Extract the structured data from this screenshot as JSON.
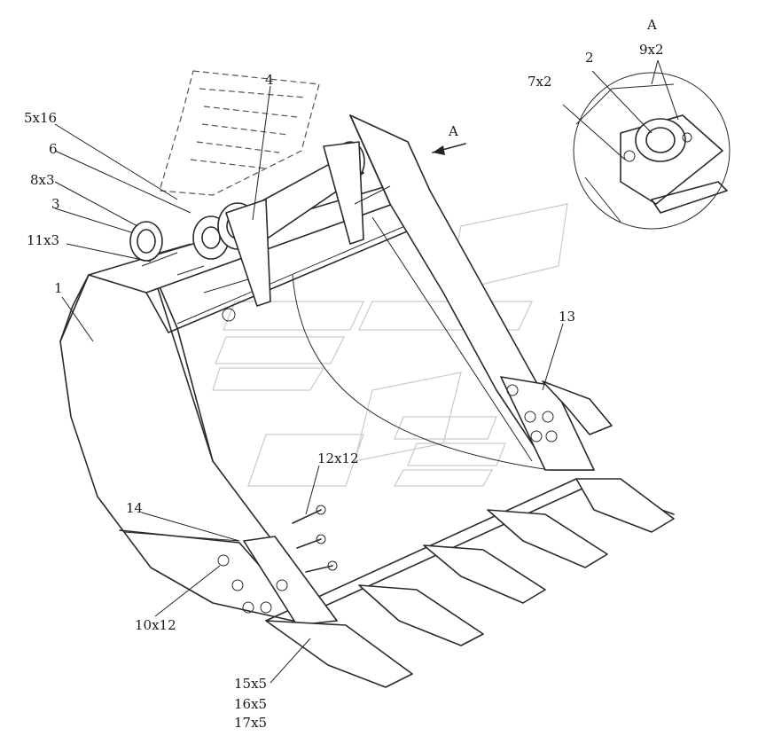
{
  "labels": {
    "view_letter": "A",
    "view_arrow_letter": "A",
    "p1": "1",
    "p2": "2",
    "p3": "3",
    "p4": "4",
    "p5": "5x16",
    "p6": "6",
    "p7": "7x2",
    "p8": "8x3",
    "p9": "9x2",
    "p10": "10x12",
    "p11": "11x3",
    "p12": "12x12",
    "p13": "13",
    "p14": "14",
    "p15": "15x5",
    "p16": "16x5",
    "p17": "17x5"
  }
}
